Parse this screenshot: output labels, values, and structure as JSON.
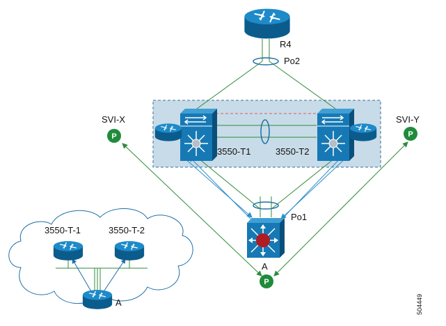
{
  "labels": {
    "r4": "R4",
    "po2": "Po2",
    "po1": "Po1",
    "svi_x": "SVI-X",
    "svi_y": "SVI-Y",
    "t1": "3550-T1",
    "t2": "3550-T2",
    "access": "A",
    "cloud_t1": "3550-T-1",
    "cloud_t2": "3550-T-2",
    "cloud_access": "A",
    "p_marker": "P",
    "figure_id": "504449"
  },
  "colors": {
    "router_blue": "#1679b5",
    "router_dark": "#0b5c8c",
    "link_green": "#2e8b3a",
    "link_blue": "#2b8fc8",
    "vss_box_fill": "#c8dbe8",
    "vss_box_border": "#3a6f95",
    "dashed_red": "#e05a5a",
    "hub_red": "#b01c23",
    "p_green": "#1f8b3b"
  },
  "icons": {
    "router": "router-icon",
    "switch": "multilayer-switch-icon",
    "access_switch": "access-switch-icon",
    "port_channel": "port-channel-ellipse-icon",
    "cloud": "cloud-icon",
    "p_marker": "p-marker-icon"
  }
}
